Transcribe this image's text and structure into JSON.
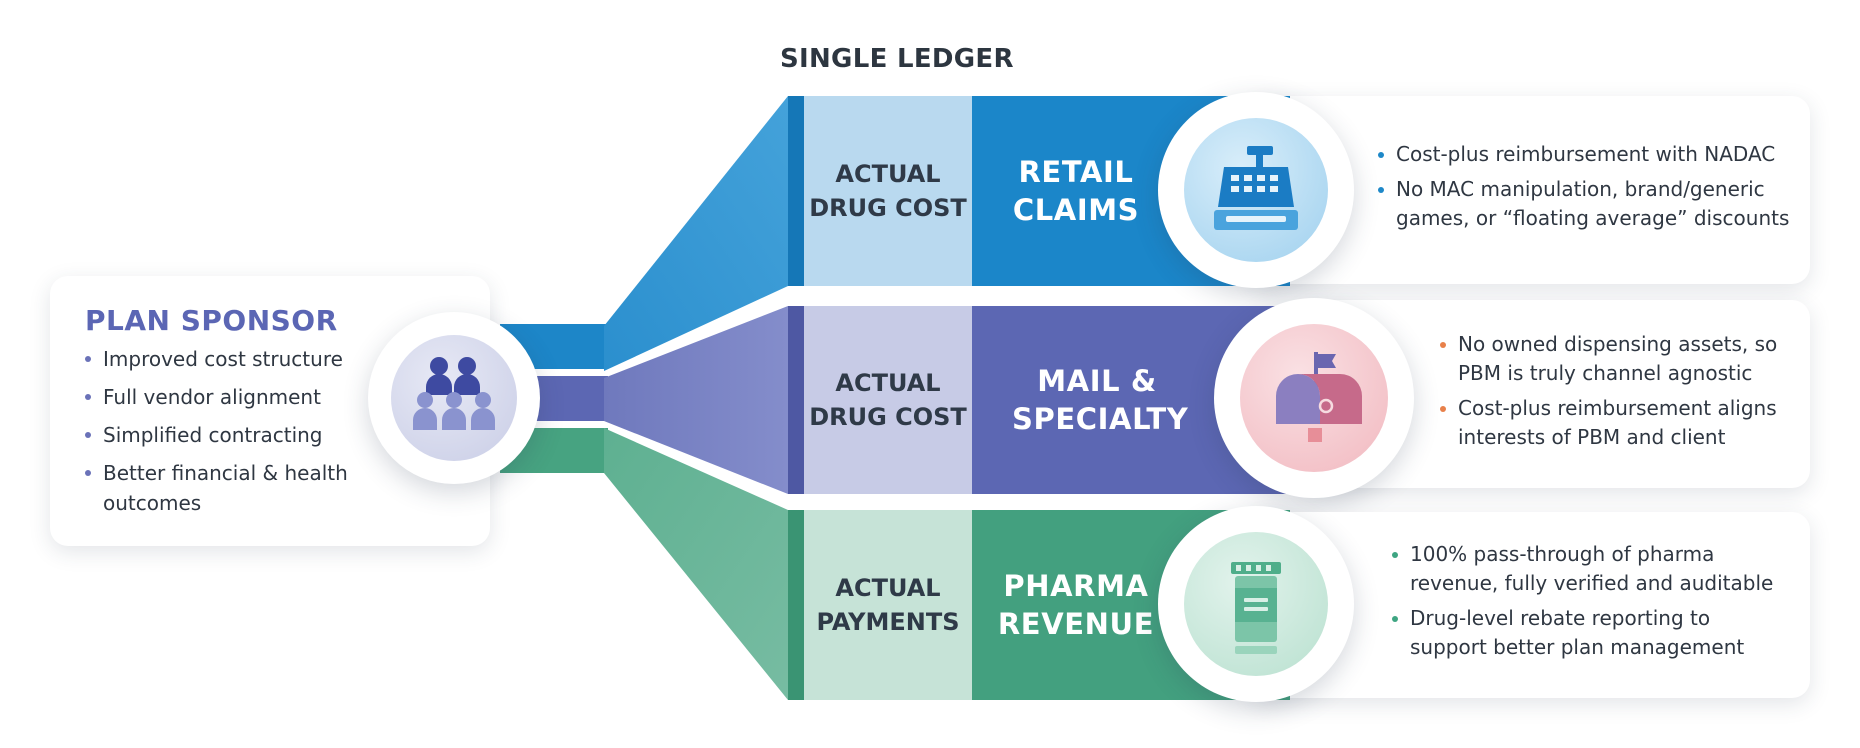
{
  "diagram": {
    "ledger_title": "SINGLE LEDGER",
    "sponsor": {
      "title": "PLAN SPONSOR",
      "bullets": [
        "Improved cost structure",
        "Full vendor alignment",
        "Simplified contracting",
        "Better financial & health outcomes"
      ],
      "icon": "people-group-icon"
    },
    "rows": [
      {
        "label": "ACTUAL DRUG COST",
        "category": "RETAIL CLAIMS",
        "icon": "cash-register-icon",
        "bullets": [
          "Cost-plus reimbursement with NADAC",
          "No MAC manipulation, brand/generic games, or “floating average” discounts"
        ]
      },
      {
        "label": "ACTUAL DRUG COST",
        "category": "MAIL & SPECIALTY",
        "icon": "mailbox-icon",
        "bullets": [
          "No owned dispensing assets, so PBM is truly channel agnostic",
          "Cost-plus reimbursement aligns interests of PBM and client"
        ]
      },
      {
        "label": "ACTUAL PAYMENTS",
        "category": "PHARMA REVENUE",
        "icon": "pill-bottle-icon",
        "bullets": [
          "100% pass-through of pharma revenue, fully verified and auditable",
          "Drug-level rebate reporting to support better plan management"
        ]
      }
    ],
    "colors": {
      "blue": "#1b86c9",
      "blue_light": "#b9d9ef",
      "purple": "#5c67b3",
      "purple_light": "#c7cbe6",
      "green": "#43a07f",
      "green_light": "#c6e3d7",
      "sponsor_title": "#5b66b4"
    }
  }
}
